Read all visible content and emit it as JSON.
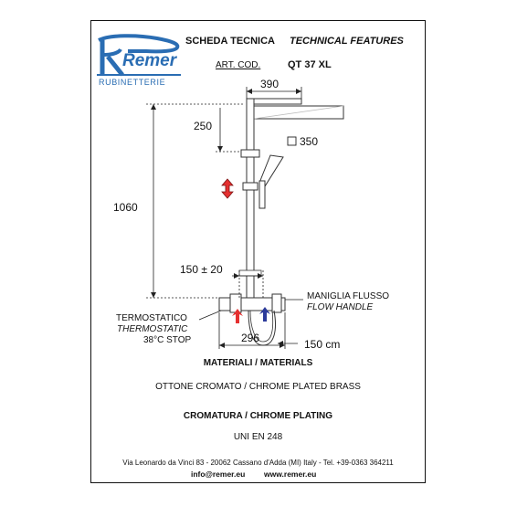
{
  "brand": {
    "name": "Remer",
    "subtitle": "RUBINETTERIE",
    "logo_color": "#2a6db3"
  },
  "header": {
    "scheda_tecnica": "SCHEDA TECNICA",
    "technical_features": "TECHNICAL FEATURES",
    "art_cod_label": "ART. COD.",
    "art_code": "QT 37 XL"
  },
  "diagram": {
    "dim_390": "390",
    "dim_250": "250",
    "dim_350": "350",
    "dim_1060": "1060",
    "dim_150_20": "150 ± 20",
    "dim_296": "296",
    "dim_150cm": "150 cm",
    "maniglia_flusso": "MANIGLIA FLUSSO",
    "flow_handle": "FLOW HANDLE",
    "termostatico": "TERMOSTATICO",
    "thermostatic": "THERMOSTATIC",
    "stop": "38°C STOP",
    "colors": {
      "hot": "#e53030",
      "cold": "#2b3a9a",
      "adjust": "#e53030"
    }
  },
  "materials": {
    "title": "MATERIALI / MATERIALS",
    "value": "OTTONE CROMATO / CHROME PLATED BRASS"
  },
  "plating": {
    "title": "CROMATURA / CHROME PLATING",
    "value": "UNI EN 248"
  },
  "footer": {
    "address": "Via Leonardo da Vinci 83 - 20062 Cassano d'Adda (MI) Italy - Tel. +39-0363 364211",
    "email": "info@remer.eu",
    "website": "www.remer.eu"
  }
}
